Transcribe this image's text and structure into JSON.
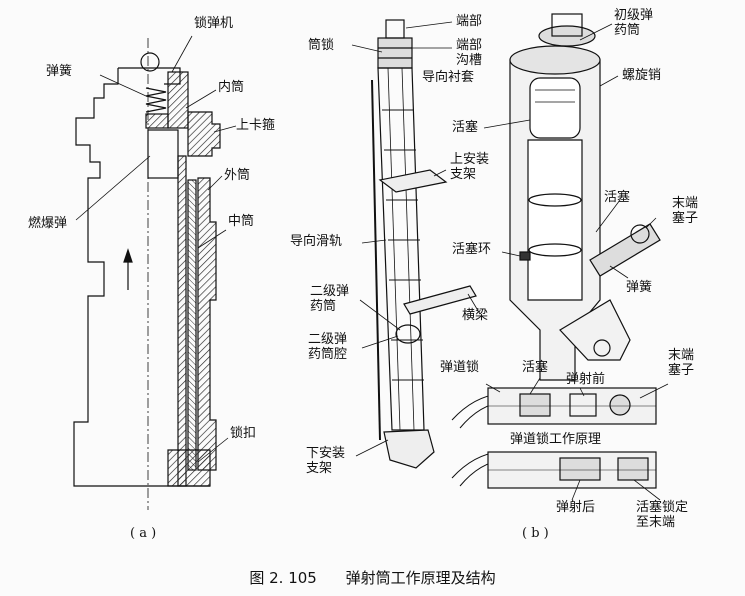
{
  "figure": {
    "number": "图 2. 105",
    "title": "弹射筒工作原理及结构"
  },
  "panel_a": {
    "sublabel": "( a )",
    "labels": {
      "spring": "弹簧",
      "lock_mechanism": "锁弹机",
      "inner_tube": "内筒",
      "upper_clamp": "上卡箍",
      "outer_tube": "外筒",
      "middle_tube": "中筒",
      "cartridge": "燃爆弹",
      "lock_buckle": "锁扣"
    }
  },
  "panel_b": {
    "sublabel": "( b )",
    "labels": {
      "tube_lock": "筒锁",
      "end": "端部",
      "end_groove": "端部\n沟槽",
      "guide_bushing": "导向衬套",
      "primary_cartridge": "初级弹\n药筒",
      "screw_pin": "螺旋销",
      "piston_top": "活塞",
      "upper_mount": "上安装\n支架",
      "guide_rail": "导向滑轨",
      "piston_ring": "活塞环",
      "piston_right": "活塞",
      "end_plug_top": "末端\n塞子",
      "spring": "弹簧",
      "secondary_cartridge": "二级弹\n药筒",
      "crossbeam": "横梁",
      "secondary_chamber": "二级弹\n药筒腔",
      "channel_lock": "弹道锁",
      "piston_bottom": "活塞",
      "before_ejection": "弹射前",
      "end_plug_bottom": "末端\n塞子",
      "channel_lock_principle": "弹道锁工作原理",
      "lower_mount": "下安装\n支架",
      "after_ejection": "弹射后",
      "piston_locked": "活塞锁定\n至末端"
    }
  }
}
